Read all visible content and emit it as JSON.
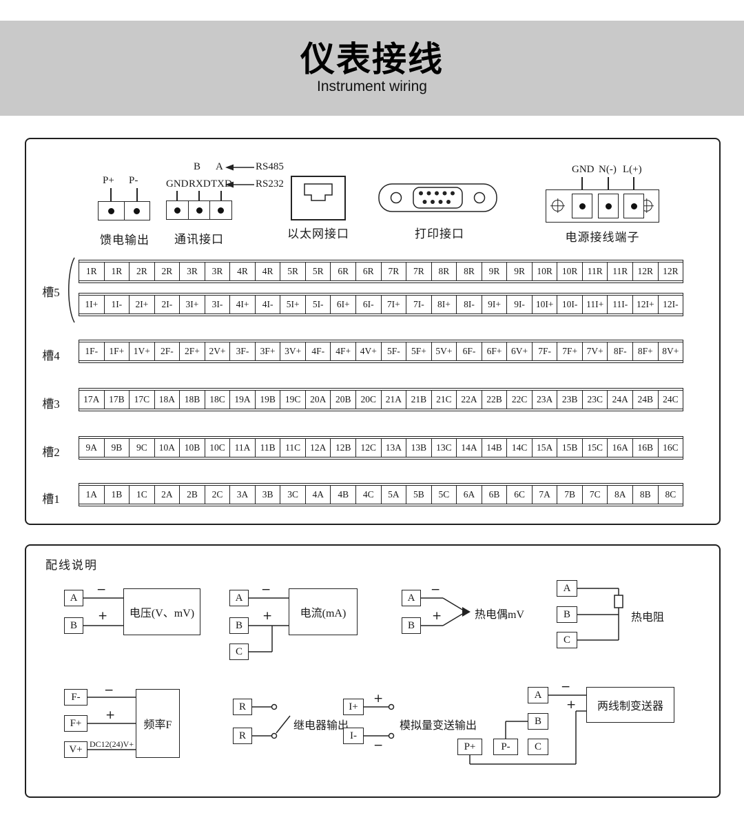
{
  "page": {
    "title": "仪表接线",
    "subtitle": "Instrument wiring"
  },
  "colors": {
    "band": "#c9c9c9",
    "ink": "#1f1f1f"
  },
  "connectors": {
    "feed": {
      "label": "馈电输出",
      "pin1": "P+",
      "pin2": "P-"
    },
    "comm": {
      "label": "通讯接口",
      "b": "B",
      "a": "A",
      "rs485": "RS485",
      "rs232": "RS232",
      "gnd": "GND",
      "rxd": "RXD",
      "txd": "TXD"
    },
    "ethernet": {
      "label": "以太网接口"
    },
    "printer": {
      "label": "打印接口"
    },
    "power": {
      "label": "电源接线端子",
      "gnd": "GND",
      "n": "N(-)",
      "l": "L(+)"
    }
  },
  "slots": {
    "slot5": {
      "label": "槽5",
      "row_r": [
        "1R",
        "1R",
        "2R",
        "2R",
        "3R",
        "3R",
        "4R",
        "4R",
        "5R",
        "5R",
        "6R",
        "6R",
        "7R",
        "7R",
        "8R",
        "8R",
        "9R",
        "9R",
        "10R",
        "10R",
        "11R",
        "11R",
        "12R",
        "12R"
      ],
      "row_i": [
        "1I+",
        "1I-",
        "2I+",
        "2I-",
        "3I+",
        "3I-",
        "4I+",
        "4I-",
        "5I+",
        "5I-",
        "6I+",
        "6I-",
        "7I+",
        "7I-",
        "8I+",
        "8I-",
        "9I+",
        "9I-",
        "10I+",
        "10I-",
        "11I+",
        "11I-",
        "12I+",
        "12I-"
      ]
    },
    "slot4": {
      "label": "槽4",
      "row": [
        "1F-",
        "1F+",
        "1V+",
        "2F-",
        "2F+",
        "2V+",
        "3F-",
        "3F+",
        "3V+",
        "4F-",
        "4F+",
        "4V+",
        "5F-",
        "5F+",
        "5V+",
        "6F-",
        "6F+",
        "6V+",
        "7F-",
        "7F+",
        "7V+",
        "8F-",
        "8F+",
        "8V+"
      ]
    },
    "slot3": {
      "label": "槽3",
      "row": [
        "17A",
        "17B",
        "17C",
        "18A",
        "18B",
        "18C",
        "19A",
        "19B",
        "19C",
        "20A",
        "20B",
        "20C",
        "21A",
        "21B",
        "21C",
        "22A",
        "22B",
        "22C",
        "23A",
        "23B",
        "23C",
        "24A",
        "24B",
        "24C"
      ]
    },
    "slot2": {
      "label": "槽2",
      "row": [
        "9A",
        "9B",
        "9C",
        "10A",
        "10B",
        "10C",
        "11A",
        "11B",
        "11C",
        "12A",
        "12B",
        "12C",
        "13A",
        "13B",
        "13C",
        "14A",
        "14B",
        "14C",
        "15A",
        "15B",
        "15C",
        "16A",
        "16B",
        "16C"
      ]
    },
    "slot1": {
      "label": "槽1",
      "row": [
        "1A",
        "1B",
        "1C",
        "2A",
        "2B",
        "2C",
        "3A",
        "3B",
        "3C",
        "4A",
        "4B",
        "4C",
        "5A",
        "5B",
        "5C",
        "6A",
        "6B",
        "6C",
        "7A",
        "7B",
        "7C",
        "8A",
        "8B",
        "8C"
      ]
    }
  },
  "wiring": {
    "section_title": "配线说明",
    "voltage": {
      "a": "A",
      "b": "B",
      "minus": "−",
      "plus": "+",
      "label": "电压(V、mV)"
    },
    "current": {
      "a": "A",
      "b": "B",
      "c": "C",
      "minus": "−",
      "plus": "+",
      "label": "电流(mA)"
    },
    "thermocouple": {
      "a": "A",
      "b": "B",
      "minus": "−",
      "plus": "+",
      "label": "热电偶mV"
    },
    "rtd": {
      "a": "A",
      "b": "B",
      "c": "C",
      "label": "热电阻"
    },
    "frequency": {
      "fm": "F-",
      "fp": "F+",
      "vp": "V+",
      "dc": "DC12(24)V+",
      "minus": "−",
      "plus": "+",
      "label": "频率F"
    },
    "relay": {
      "r1": "R",
      "r2": "R",
      "label": "继电器输出"
    },
    "analog": {
      "ip": "I+",
      "im": "I-",
      "plus": "+",
      "minus": "−",
      "label": "模拟量变送输出"
    },
    "transmitter": {
      "a": "A",
      "b": "B",
      "c": "C",
      "pp": "P+",
      "pm": "P-",
      "minus": "−",
      "plus": "+",
      "label": "两线制变送器"
    }
  }
}
